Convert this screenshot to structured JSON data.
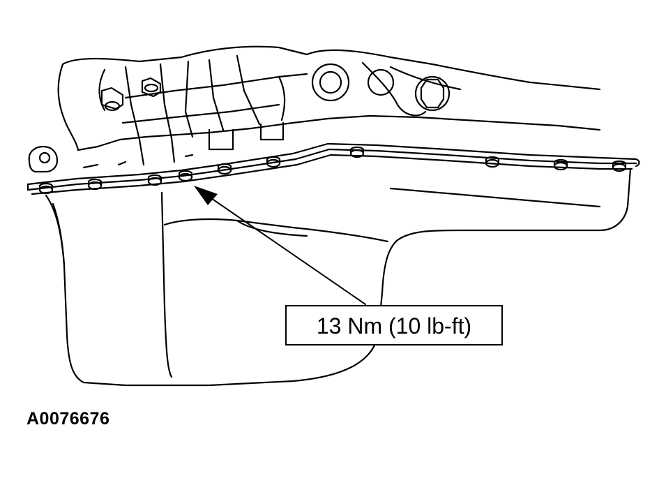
{
  "illustration": {
    "subject": "engine oil pan installed on engine block with pan bolts",
    "line_color": "#000000",
    "background_color": "#ffffff"
  },
  "callout": {
    "torque_label": "13 Nm (10 lb-ft)"
  },
  "figure_id": "A0076676"
}
